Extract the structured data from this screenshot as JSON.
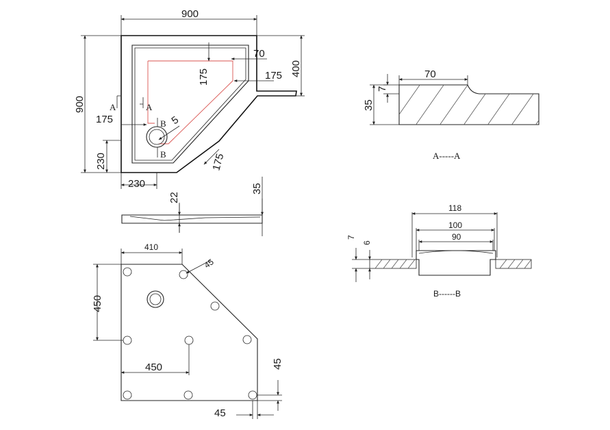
{
  "plan_view": {
    "width_900": "900",
    "height_900": "900",
    "dim_70": "70",
    "dim_400": "400",
    "dim_175_inner": "175",
    "dim_175_right": "175",
    "dim_175_left": "175",
    "dim_230_vertical": "230",
    "dim_230_horizontal": "230",
    "dim_175_diag": "175",
    "drain_dim_5": "5",
    "section_a_left": "A",
    "section_a_right": "A",
    "section_b_top": "B",
    "section_b_bottom": "B"
  },
  "profile_view": {
    "dim_22": "22",
    "dim_35": "35"
  },
  "section_a": {
    "dim_70": "70",
    "dim_7": "7",
    "dim_35": "35",
    "caption": "A-----A"
  },
  "section_b": {
    "dim_118": "118",
    "dim_100": "100",
    "dim_90": "90",
    "dim_7": "7",
    "dim_6": "6",
    "caption": "B------B"
  },
  "base_view": {
    "dim_410": "410",
    "dim_45_diag": "45",
    "dim_450_vertical": "450",
    "dim_450_horizontal": "450",
    "dim_45_right": "45",
    "dim_45_bottom": "45"
  }
}
